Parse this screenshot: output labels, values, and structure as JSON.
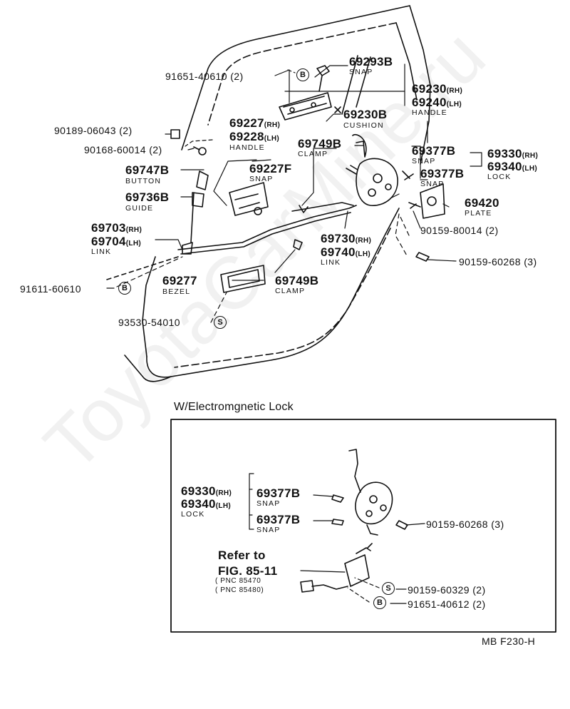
{
  "watermark": "ToyotaCarMine.ru",
  "main": {
    "p_91651_40610": "91651-40610 (2)",
    "p_69293B": "69293B",
    "snap_1": "SNAP",
    "p_69230_rh": "69230",
    "p_69240_lh": "69240",
    "handle_1": "HANDLE",
    "p_69230B": "69230B",
    "cushion": "CUSHION",
    "p_90189_06043": "90189-06043 (2)",
    "p_90168_60014": "90168-60014 (2)",
    "p_69227_rh": "69227",
    "p_69228_lh": "69228",
    "handle_2": "HANDLE",
    "p_69749B_1": "69749B",
    "clamp_1": "CLAMP",
    "p_69377B_1": "69377B",
    "snap_2": "SNAP",
    "p_69330_rh": "69330",
    "p_69340_lh": "69340",
    "lock_1": "LOCK",
    "p_69747B": "69747B",
    "button": "BUTTON",
    "p_69227F": "69227F",
    "snap_3": "SNAP",
    "p_69377B_2": "69377B",
    "snap_4": "SNAP",
    "p_69736B": "69736B",
    "guide": "GUIDE",
    "p_69420": "69420",
    "plate": "PLATE",
    "p_69703_rh": "69703",
    "p_69704_lh": "69704",
    "link_1": "LINK",
    "p_90159_80014": "90159-80014 (2)",
    "p_69730_rh": "69730",
    "p_69740_lh": "69740",
    "link_2": "LINK",
    "p_90159_60268_a": "90159-60268 (3)",
    "p_69277": "69277",
    "bezel": "BEZEL",
    "p_69749B_2": "69749B",
    "clamp_2": "CLAMP",
    "p_91611_60610": "91611-60610",
    "p_93530_54010": "93530-54010",
    "rh": "(RH)",
    "lh": "(LH)"
  },
  "inset": {
    "title": "W/Electromgnetic Lock",
    "p_69330_rh": "69330",
    "p_69340_lh": "69340",
    "lock": "LOCK",
    "p_69377B_1": "69377B",
    "snap_1": "SNAP",
    "p_69377B_2": "69377B",
    "snap_2": "SNAP",
    "p_90159_60268": "90159-60268 (3)",
    "refer_to": "Refer to",
    "fig": "FIG. 85-11",
    "pnc_1": "( PNC 85470",
    "pnc_2": "( PNC 85480)",
    "p_90159_60329": "90159-60329 (2)",
    "p_91651_40612": "91651-40612 (2)"
  },
  "badges": {
    "b": "B",
    "s": "S"
  },
  "footer": {
    "code": "MB F230-H"
  }
}
